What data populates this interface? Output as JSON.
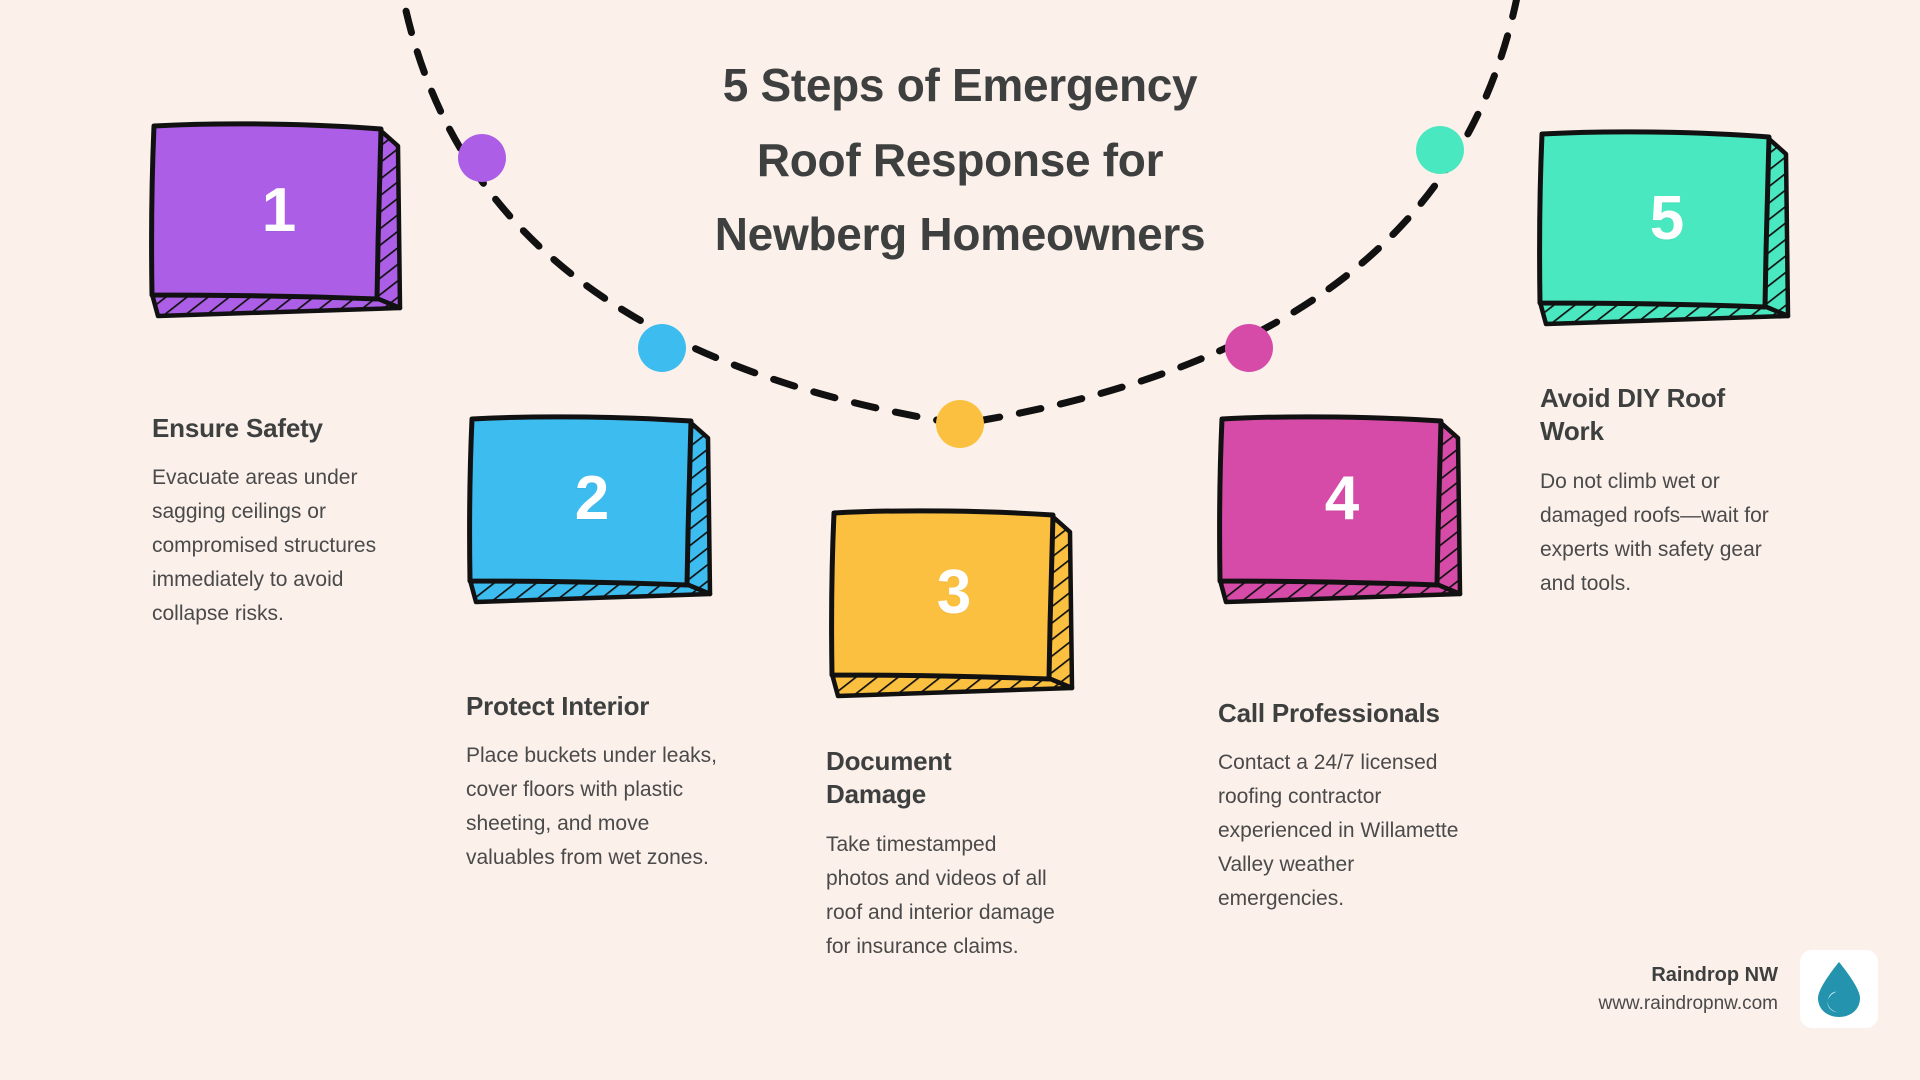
{
  "background_color": "#FBF0EA",
  "title": "5 Steps of Emergency Roof Response for Newberg Homeowners",
  "title_lines": [
    "5 Steps of Emergency",
    "Roof Response for",
    "Newberg Homeowners"
  ],
  "steps": [
    {
      "number": "1",
      "heading": "Ensure Safety",
      "body": "Evacuate areas under sagging ceilings or compromised structures immediately to avoid collapse risks.",
      "color": "#AC5FE6",
      "dot_color": "#AC5FE6"
    },
    {
      "number": "2",
      "heading": "Protect Interior",
      "body": "Place buckets under leaks, cover floors with plastic sheeting, and move valuables from wet zones.",
      "color": "#3DBCF0",
      "dot_color": "#3DBCF0"
    },
    {
      "number": "3",
      "heading": "Document Damage",
      "body": "Take timestamped photos and videos of all roof and interior damage for insurance claims.",
      "color": "#FBC040",
      "dot_color": "#FBC040"
    },
    {
      "number": "4",
      "heading": "Call Professionals",
      "body": "Contact a 24/7 licensed roofing contractor experienced in Willamette Valley weather emergencies.",
      "color": "#D64BA8",
      "dot_color": "#D64BA8"
    },
    {
      "number": "5",
      "heading": "Avoid DIY Roof Work",
      "body": "Do not climb wet or damaged roofs—wait for experts with safety gear and tools.",
      "color": "#4AE8C0",
      "dot_color": "#4AE8C0"
    }
  ],
  "brand": {
    "name": "Raindrop NW",
    "url": "www.raindropnw.com",
    "logo_icon": "water-drop-icon",
    "logo_color": "#2494AE",
    "logo_background": "#FFFFFF"
  },
  "decor": {
    "curve_style": "dashed",
    "curve_color": "#111111"
  }
}
